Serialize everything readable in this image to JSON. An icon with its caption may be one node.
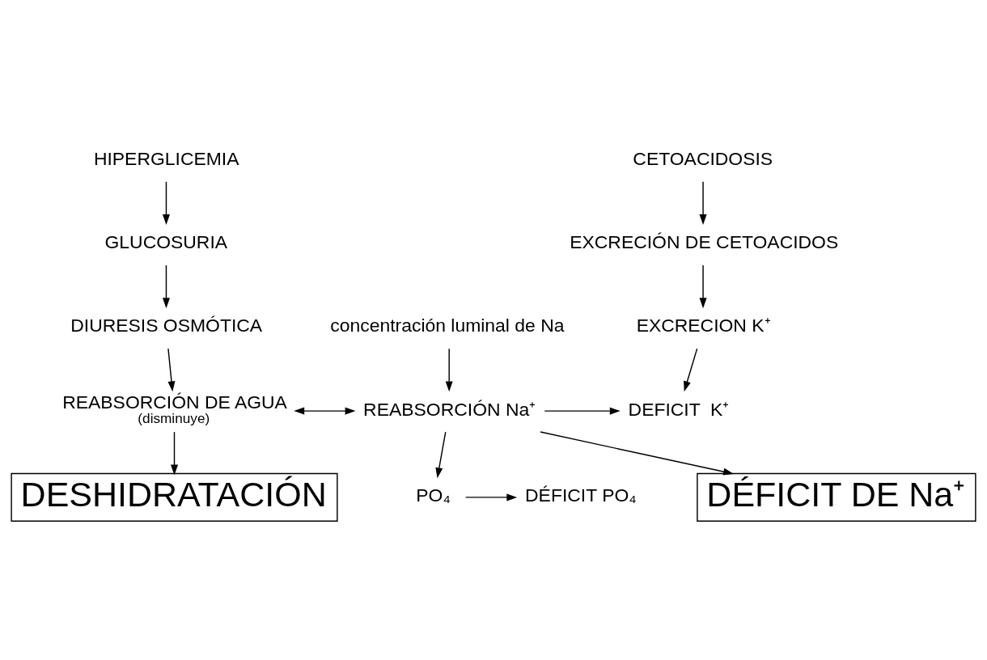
{
  "diagram": {
    "nodes": [
      {
        "text": [
          "HIPERGLICEMIA"
        ]
      },
      {
        "text": [
          "GLUCOSURIA"
        ]
      },
      {
        "text": [
          "DIURESIS OSMÓTICA"
        ]
      },
      {
        "text": [
          "REABSORCIÓN DE AGUA"
        ],
        "beside": [
          "(disminuye)"
        ]
      },
      {
        "text": [
          "REABSORCIÓN Na⁺"
        ]
      },
      {
        "text": [
          "concentración luminal de Na"
        ]
      },
      {
        "text": [
          "CETOACIDOSIS"
        ]
      },
      {
        "text": [
          "EXCRECIÓN DE CETOACIDOS"
        ]
      },
      {
        "text": [
          "EXCRECION K⁺"
        ]
      },
      {
        "text": [
          "DEFICIT  K⁺"
        ]
      },
      {
        "text": [
          "PO₄"
        ]
      },
      {
        "text": [
          "DÉFICIT PO₄"
        ]
      },
      {
        "text": [
          "DESHIDRATACIÓN"
        ]
      },
      {
        "text": [
          "DÉFICIT DE Na⁺"
        ]
      }
    ],
    "edges": [
      {
        "from": 0,
        "to": 1,
        "arrow": "to"
      },
      {
        "from": 1,
        "to": 2,
        "arrow": "to"
      },
      {
        "from": 2,
        "to": 3,
        "arrow": "to"
      },
      {
        "from": 3,
        "to": 4,
        "arrow": "both"
      },
      {
        "from": 3,
        "to": 12,
        "arrow": "to"
      },
      {
        "from": 5,
        "to": 4,
        "arrow": "to"
      },
      {
        "from": 4,
        "to": 9,
        "arrow": "to"
      },
      {
        "from": 4,
        "to": 10,
        "arrow": "to"
      },
      {
        "from": 10,
        "to": 11,
        "arrow": "to"
      },
      {
        "from": 4,
        "to": 13,
        "arrow": "to"
      },
      {
        "from": 6,
        "to": 7,
        "arrow": "to"
      },
      {
        "from": 7,
        "to": 8,
        "arrow": "to"
      },
      {
        "from": 8,
        "to": 9,
        "arrow": "to"
      }
    ]
  }
}
